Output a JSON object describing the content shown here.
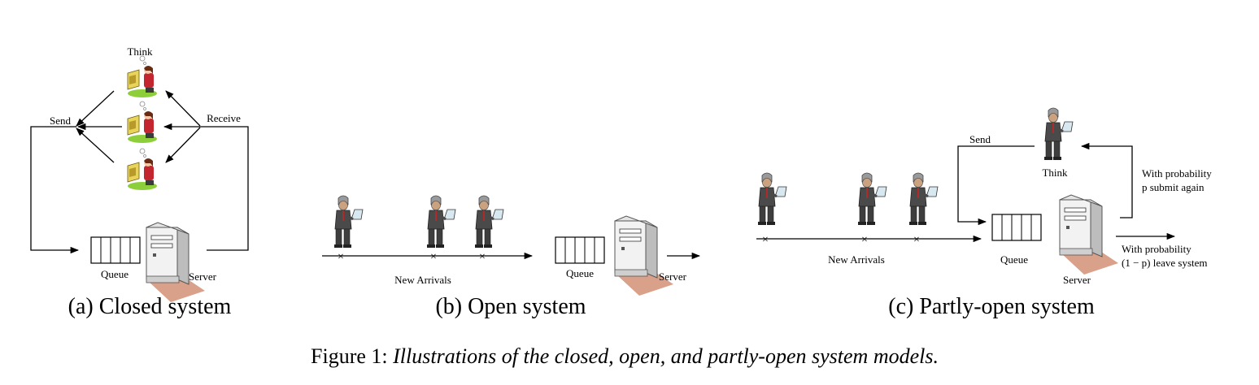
{
  "panel_a": {
    "think": "Think",
    "send": "Send",
    "receive": "Receive",
    "queue": "Queue",
    "server": "Server",
    "subtitle": "(a) Closed system"
  },
  "panel_b": {
    "new_arrivals": "New Arrivals",
    "queue": "Queue",
    "server": "Server",
    "subtitle": "(b) Open system"
  },
  "panel_c": {
    "send": "Send",
    "think": "Think",
    "new_arrivals": "New Arrivals",
    "queue": "Queue",
    "server": "Server",
    "prob_again_1": "With probability",
    "prob_again_2": "p submit again",
    "prob_leave_1": "With probability",
    "prob_leave_2": "(1 − p) leave system",
    "subtitle": "(c) Partly-open system"
  },
  "caption": {
    "label": "Figure 1:",
    "text": "Illustrations of the closed, open, and partly-open system models."
  }
}
